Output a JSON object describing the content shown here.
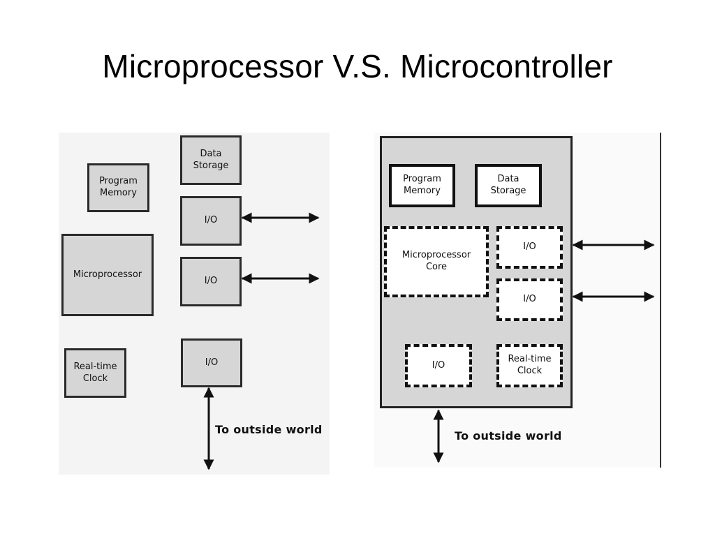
{
  "slide": {
    "title": "Microprocessor V.S. Microcontroller"
  },
  "left_diagram": {
    "program_memory": "Program\nMemory",
    "data_storage": "Data\nStorage",
    "io_1": "I/O",
    "io_2": "I/O",
    "io_3": "I/O",
    "microprocessor": "Microprocessor",
    "real_time_clock": "Real-time\nClock",
    "caption": "To outside world"
  },
  "right_diagram": {
    "program_memory": "Program\nMemory",
    "data_storage": "Data\nStorage",
    "core": "Microprocessor\nCore",
    "io_1": "I/O",
    "io_2": "I/O",
    "io_3": "I/O",
    "real_time_clock": "Real-time\nClock",
    "caption": "To outside world"
  }
}
